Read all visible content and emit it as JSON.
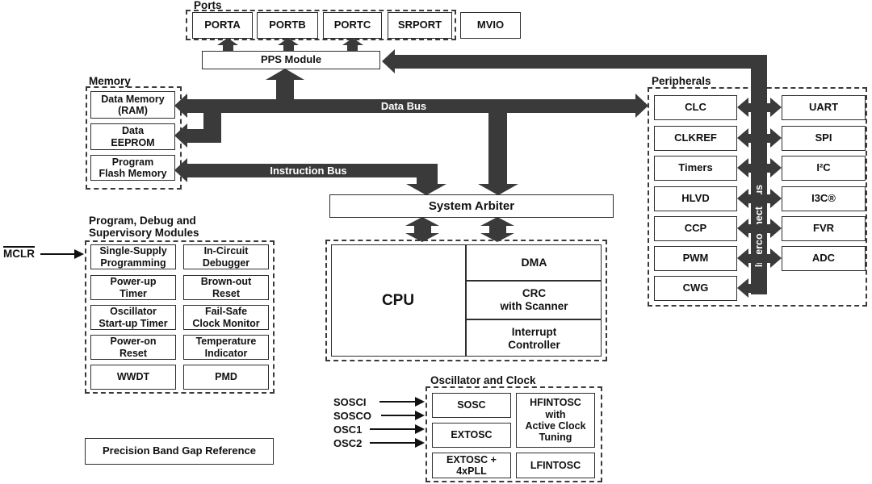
{
  "colors": {
    "background": "#ffffff",
    "bus_fill": "#3a3a3a",
    "box_border": "#2e2e2e",
    "text": "#111111",
    "bus_label_text": "#ffffff"
  },
  "ports": {
    "title": "Ports",
    "boxes": [
      "PORTA",
      "PORTB",
      "PORTC",
      "SRPORT"
    ],
    "mvio": "MVIO",
    "pps_module": "PPS Module"
  },
  "memory": {
    "title": "Memory",
    "boxes": [
      "Data Memory\n(RAM)",
      "Data\nEEPROM",
      "Program\nFlash Memory"
    ]
  },
  "buses": {
    "data": "Data Bus",
    "instruction": "Instruction Bus",
    "interconnect": "Interconnect Bus"
  },
  "system_arbiter": "System Arbiter",
  "cpu_block": {
    "cpu": "CPU",
    "dma": "DMA",
    "crc": "CRC\nwith Scanner",
    "interrupt": "Interrupt\nController"
  },
  "peripherals": {
    "title": "Peripherals",
    "left": [
      "CLC",
      "CLKREF",
      "Timers",
      "HLVD",
      "CCP",
      "PWM",
      "CWG"
    ],
    "right": [
      "UART",
      "SPI",
      "I²C",
      "I3C®",
      "FVR",
      "ADC"
    ]
  },
  "debug": {
    "title": "Program, Debug and\nSupervisory Modules",
    "mclr": "MCLR",
    "left": [
      "Single-Supply\nProgramming",
      "Power-up\nTimer",
      "Oscillator\nStart-up Timer",
      "Power-on\nReset",
      "WWDT"
    ],
    "right": [
      "In-Circuit\nDebugger",
      "Brown-out\nReset",
      "Fail-Safe\nClock Monitor",
      "Temperature\nIndicator",
      "PMD"
    ]
  },
  "band_gap": "Precision Band Gap Reference",
  "oscillator": {
    "title": "Oscillator and Clock",
    "inputs": [
      "SOSCI",
      "SOSCO",
      "OSC1",
      "OSC2"
    ],
    "left": [
      "SOSC",
      "EXTOSC",
      "EXTOSC +\n4xPLL"
    ],
    "right": [
      "HFINTOSC\nwith\nActive Clock\nTuning",
      "LFINTOSC"
    ]
  }
}
